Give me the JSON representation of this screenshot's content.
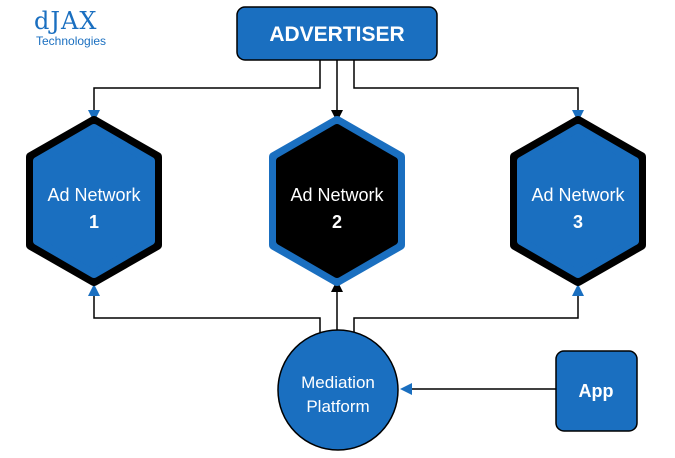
{
  "logo": {
    "brand": "dJAX",
    "sub": "Technologies"
  },
  "advertiser": {
    "label": "ADVERTISER"
  },
  "networks": [
    {
      "line1": "Ad Network",
      "line2": "1",
      "fill": "#1a6fc0"
    },
    {
      "line1": "Ad Network",
      "line2": "2",
      "fill": "#000000"
    },
    {
      "line1": "Ad Network",
      "line2": "3",
      "fill": "#1a6fc0"
    }
  ],
  "mediation": {
    "line1": "Mediation",
    "line2": "Platform"
  },
  "app": {
    "label": "App"
  },
  "colors": {
    "blue": "#1a6fc0",
    "outline": "#000000",
    "line": "#000000"
  }
}
